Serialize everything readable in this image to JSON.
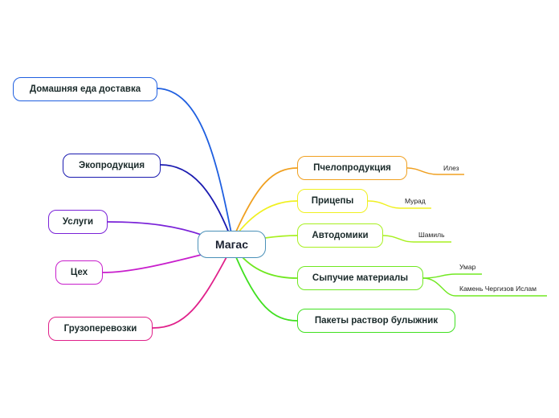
{
  "center": {
    "label": "Магас",
    "color": "#4a90b8"
  },
  "left_branches": [
    {
      "label": "Домашняя еда доставка",
      "color": "#1f5fe0"
    },
    {
      "label": "Экопродукция",
      "color": "#1a1ab0"
    },
    {
      "label": "Услуги",
      "color": "#7a22d8"
    },
    {
      "label": "Цех",
      "color": "#c81ecc"
    },
    {
      "label": "Грузоперевозки",
      "color": "#e0208a"
    }
  ],
  "right_branches": [
    {
      "label": "Пчелопродукция",
      "color": "#f0a020",
      "leaves": [
        "Илез"
      ]
    },
    {
      "label": "Прицепы",
      "color": "#f0f020",
      "leaves": [
        "Мурад"
      ]
    },
    {
      "label": "Автодомики",
      "color": "#a8f020",
      "leaves": [
        "Шамиль"
      ]
    },
    {
      "label": "Сыпучие материалы",
      "color": "#70e820",
      "leaves": [
        "Умар",
        "Камень Чергизов Ислам"
      ]
    },
    {
      "label": "Пакеты раствор булыжник",
      "color": "#40e020",
      "leaves": []
    }
  ]
}
